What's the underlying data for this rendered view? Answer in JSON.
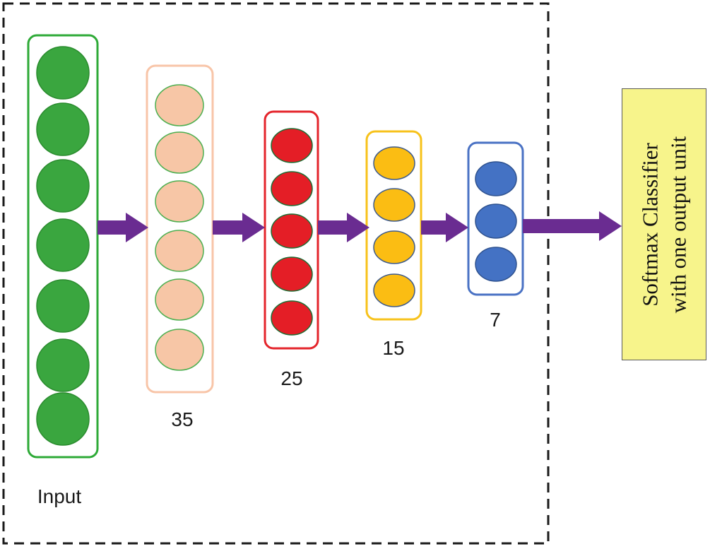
{
  "layers": [
    {
      "id": "input",
      "label": "Input",
      "units_shown": 7,
      "box_color": "#2eaa37",
      "fill_color": "#3aa63f",
      "circle_stroke": "#2a8c2e"
    },
    {
      "id": "hidden-1",
      "label": "35",
      "units_shown": 6,
      "box_color": "#f8c5a8",
      "fill_color": "#f7c6a6",
      "circle_stroke": "#4caf50"
    },
    {
      "id": "hidden-2",
      "label": "25",
      "units_shown": 5,
      "box_color": "#e4242b",
      "fill_color": "#e41e26",
      "circle_stroke": "#1f6e34"
    },
    {
      "id": "hidden-3",
      "label": "15",
      "units_shown": 4,
      "box_color": "#f7c21b",
      "fill_color": "#fbbd13",
      "circle_stroke": "#3e5b8c"
    },
    {
      "id": "hidden-4",
      "label": "7",
      "units_shown": 3,
      "box_color": "#4a72c4",
      "fill_color": "#4472c4",
      "circle_stroke": "#2f528f"
    }
  ],
  "arrow_color": "#6a2c91",
  "output": {
    "line1": "Softmax Classifier",
    "line2": "with one output unit",
    "fill_color": "#f7f48b"
  }
}
